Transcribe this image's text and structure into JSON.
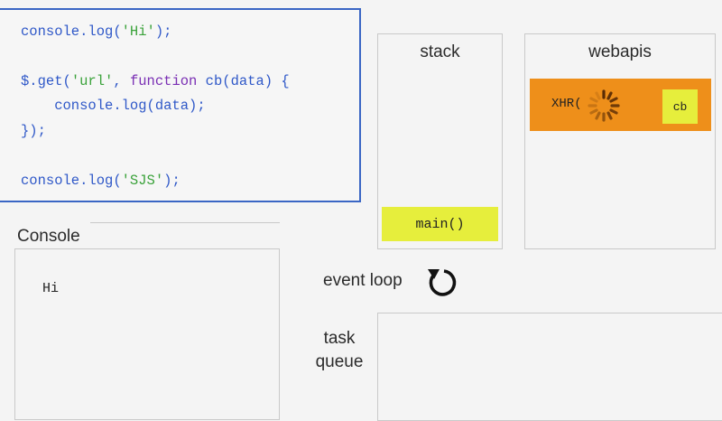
{
  "code": {
    "line1": {
      "a": "console.log(",
      "b": "'Hi'",
      "c": ");"
    },
    "line2": {
      "a": "$.get(",
      "b": "'url'",
      "c": ", ",
      "d": "function",
      "e": " cb(data) {"
    },
    "line3": {
      "a": "    console.log(data);"
    },
    "line4": {
      "a": "});"
    },
    "line5": {
      "a": "console.log(",
      "b": "'SJS'",
      "c": ");"
    }
  },
  "console": {
    "label": "Console",
    "output": "Hi"
  },
  "stack": {
    "title": "stack",
    "frames": [
      "main()"
    ]
  },
  "webapis": {
    "title": "webapis",
    "xhr_label": "XHR(",
    "callback": "cb"
  },
  "event_loop": {
    "label": "event loop"
  },
  "task_queue": {
    "label_line1": "task",
    "label_line2": "queue"
  },
  "colors": {
    "code_border": "#3a66c4",
    "code_text": "#2f58c8",
    "string": "#3aa23a",
    "keyword": "#7a2fb4",
    "highlight_yellow": "#e6ee3c",
    "xhr_orange": "#ee8f1a"
  },
  "icons": {
    "loop": "refresh-arrow-icon",
    "spinner": "loading-spinner-icon"
  }
}
